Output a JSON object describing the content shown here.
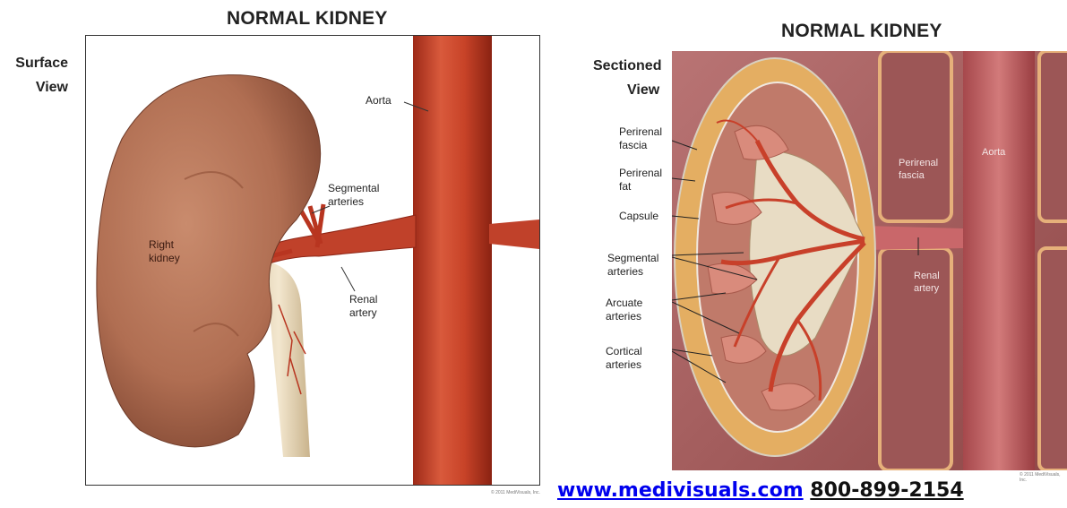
{
  "left": {
    "title": "NORMAL KIDNEY",
    "view_line1": "Surface",
    "view_line2": "View",
    "labels": {
      "aorta": "Aorta",
      "segmental_l1": "Segmental",
      "segmental_l2": "arteries",
      "right_l1": "Right",
      "right_l2": "kidney",
      "renal_l1": "Renal",
      "renal_l2": "artery"
    },
    "credit": "© 2011 MediVisuals, Inc."
  },
  "right": {
    "title": "NORMAL KIDNEY",
    "view_line1": "Sectioned",
    "view_line2": "View",
    "labels": {
      "perirenal_fascia_l1": "Perirenal",
      "perirenal_fascia_l2": "fascia",
      "perirenal_fat_l1": "Perirenal",
      "perirenal_fat_l2": "fat",
      "capsule": "Capsule",
      "segmental_l1": "Segmental",
      "segmental_l2": "arteries",
      "arcuate_l1": "Arcuate",
      "arcuate_l2": "arteries",
      "cortical_l1": "Cortical",
      "cortical_l2": "arteries",
      "inner_fascia_l1": "Perirenal",
      "inner_fascia_l2": "fascia",
      "aorta": "Aorta",
      "renal_l1": "Renal",
      "renal_l2": "artery"
    },
    "credit": "© 2011 MediVisuals, Inc."
  },
  "footer": {
    "website": "www.medivisuals.com",
    "phone": "800-899-2154"
  },
  "colors": {
    "kidney": "#b9765a",
    "artery": "#c8402a",
    "fat": "#e9b46a",
    "tissue": "#b06a6a"
  }
}
